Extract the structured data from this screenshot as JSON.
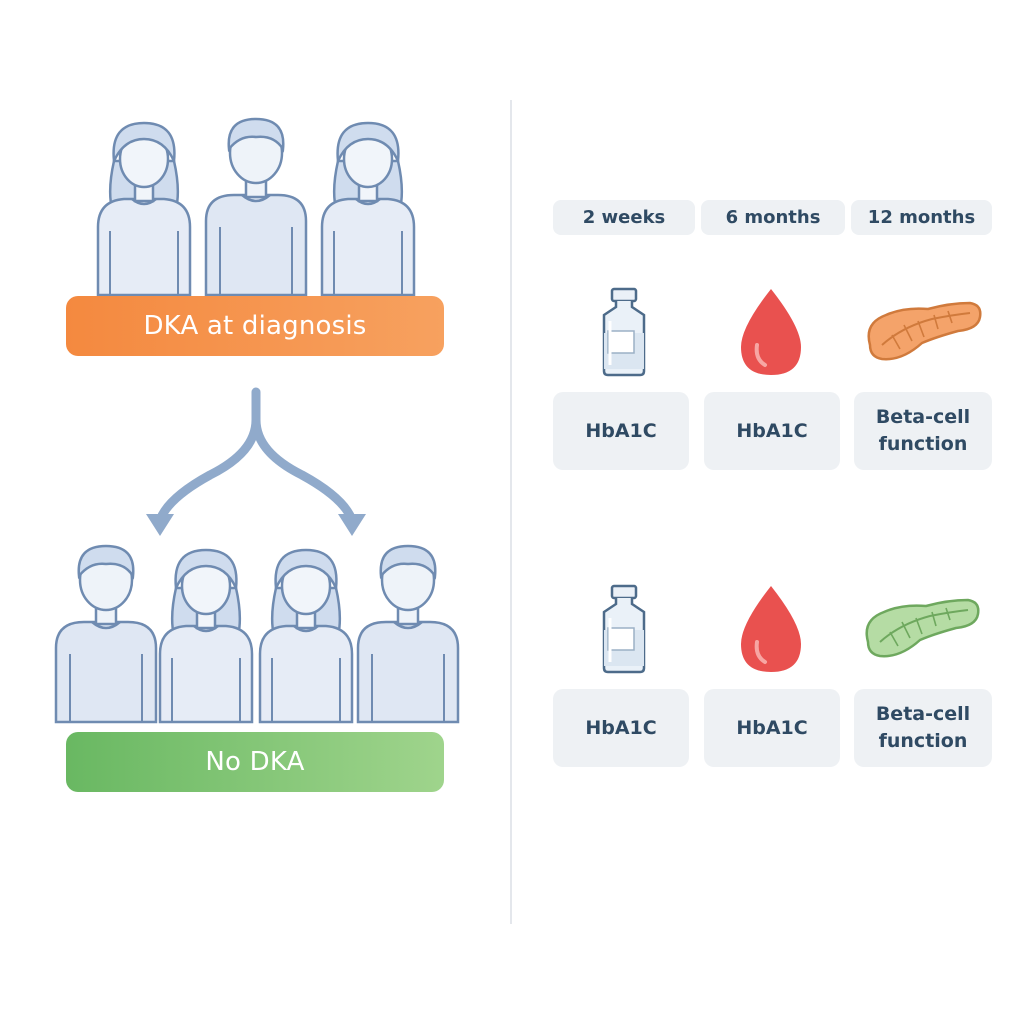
{
  "groups": [
    {
      "label": "DKA at diagnosis",
      "color": "#f4893f"
    },
    {
      "label": "No DKA",
      "color": "#69b862"
    }
  ],
  "timepoints": [
    "2 weeks",
    "6 months",
    "12 months"
  ],
  "rows": [
    {
      "group": "DKA at diagnosis",
      "measures": [
        {
          "icon": "vial-icon",
          "label": "HbA1C"
        },
        {
          "icon": "blood-drop-icon",
          "label": "HbA1C"
        },
        {
          "icon": "pancreas-icon",
          "label": "Beta-cell function",
          "icon_color": "#f4a36a"
        }
      ]
    },
    {
      "group": "No DKA",
      "measures": [
        {
          "icon": "vial-icon",
          "label": "HbA1C"
        },
        {
          "icon": "blood-drop-icon",
          "label": "HbA1C"
        },
        {
          "icon": "pancreas-icon",
          "label": "Beta-cell function",
          "icon_color": "#9fd48c"
        }
      ]
    }
  ],
  "colors": {
    "drop": "#e9514f",
    "people_stroke": "#6f8bb1",
    "people_fill": "#e8eef7",
    "arrow": "#90aacb"
  }
}
